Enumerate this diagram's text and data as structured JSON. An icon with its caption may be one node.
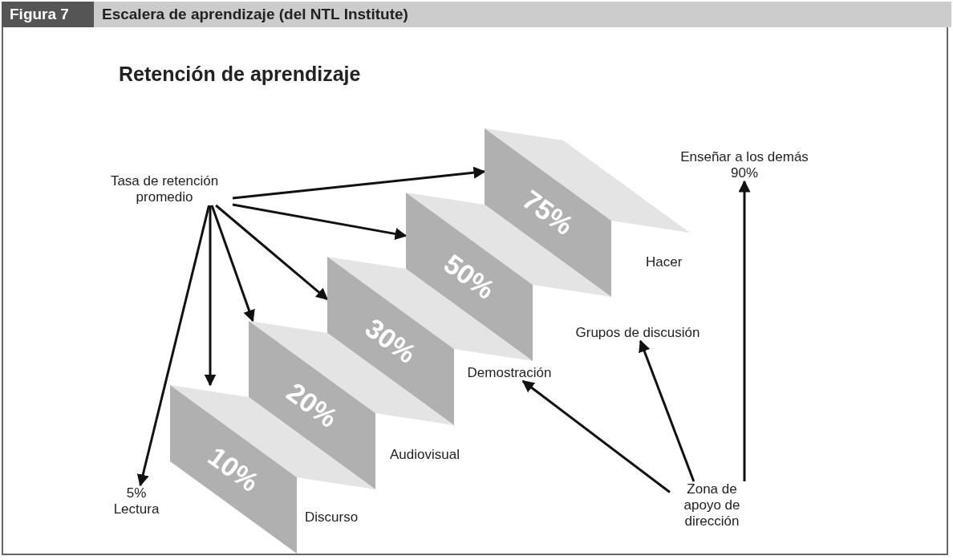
{
  "diagram": {
    "title": "Escalera de aprendizaje (del NTL Institute)",
    "nodes": [
      {
        "text": [
          "Tasa de retención promedio"
        ]
      },
      {
        "text": [
          "5%",
          "Lectura"
        ]
      },
      {
        "text": [
          "10%"
        ]
      },
      {
        "text": [
          "20%"
        ]
      },
      {
        "text": [
          "30%"
        ]
      },
      {
        "text": [
          "50%"
        ]
      },
      {
        "text": [
          "75%"
        ]
      },
      {
        "text": [
          "Enseñar a los demás",
          "90%"
        ]
      },
      {
        "text": [
          "Demostración"
        ]
      },
      {
        "text": [
          "Grupos de discusión"
        ]
      },
      {
        "text": [
          "Zona de apoyo de dirección"
        ]
      }
    ],
    "edges": [
      {
        "from": 0,
        "to": 1,
        "arrow": "to"
      },
      {
        "from": 0,
        "to": 2,
        "arrow": "to"
      },
      {
        "from": 0,
        "to": 3,
        "arrow": "to"
      },
      {
        "from": 0,
        "to": 4,
        "arrow": "to"
      },
      {
        "from": 0,
        "to": 5,
        "arrow": "to"
      },
      {
        "from": 0,
        "to": 6,
        "arrow": "to"
      },
      {
        "from": 10,
        "to": 8,
        "arrow": "to"
      },
      {
        "from": 10,
        "to": 9,
        "arrow": "to"
      },
      {
        "from": 10,
        "to": 7,
        "arrow": "to"
      }
    ],
    "labels": [
      "Figura 7",
      "Retención de aprendizaje",
      "Hacer",
      "Audiovisual",
      "Discurso"
    ]
  }
}
